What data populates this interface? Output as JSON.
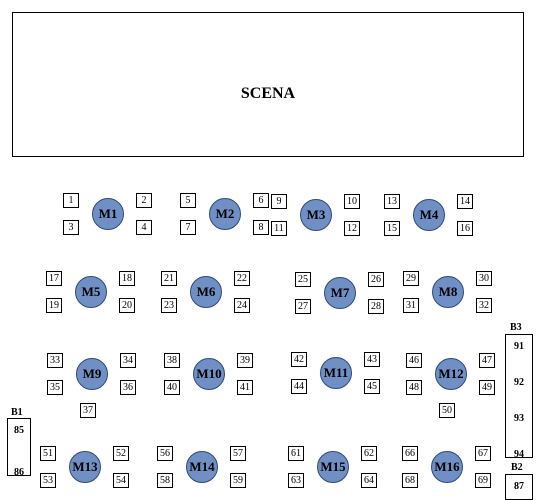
{
  "stage": {
    "label": "SCENA"
  },
  "colors": {
    "table_fill": "#6f8fc5",
    "table_border": "#2e4a78"
  },
  "tables": [
    {
      "id": "M1",
      "seats": [
        {
          "n": "1",
          "side": "left"
        },
        {
          "n": "3",
          "side": "left"
        },
        {
          "n": "2",
          "side": "right"
        },
        {
          "n": "4",
          "side": "right"
        }
      ]
    },
    {
      "id": "M2",
      "seats": [
        {
          "n": "5",
          "side": "left"
        },
        {
          "n": "7",
          "side": "left"
        },
        {
          "n": "6",
          "side": "right"
        },
        {
          "n": "8",
          "side": "right"
        }
      ]
    },
    {
      "id": "M3",
      "seats": [
        {
          "n": "9",
          "side": "left"
        },
        {
          "n": "11",
          "side": "left"
        },
        {
          "n": "10",
          "side": "right"
        },
        {
          "n": "12",
          "side": "right"
        }
      ]
    },
    {
      "id": "M4",
      "seats": [
        {
          "n": "13",
          "side": "left"
        },
        {
          "n": "15",
          "side": "left"
        },
        {
          "n": "14",
          "side": "right"
        },
        {
          "n": "16",
          "side": "right"
        }
      ]
    },
    {
      "id": "M5",
      "seats": [
        {
          "n": "17",
          "side": "left"
        },
        {
          "n": "19",
          "side": "left"
        },
        {
          "n": "18",
          "side": "right"
        },
        {
          "n": "20",
          "side": "right"
        }
      ]
    },
    {
      "id": "M6",
      "seats": [
        {
          "n": "21",
          "side": "left"
        },
        {
          "n": "23",
          "side": "left"
        },
        {
          "n": "22",
          "side": "right"
        },
        {
          "n": "24",
          "side": "right"
        }
      ]
    },
    {
      "id": "M7",
      "seats": [
        {
          "n": "25",
          "side": "left"
        },
        {
          "n": "27",
          "side": "left"
        },
        {
          "n": "26",
          "side": "right"
        },
        {
          "n": "28",
          "side": "right"
        }
      ]
    },
    {
      "id": "M8",
      "seats": [
        {
          "n": "29",
          "side": "left"
        },
        {
          "n": "31",
          "side": "left"
        },
        {
          "n": "30",
          "side": "right"
        },
        {
          "n": "32",
          "side": "right"
        }
      ]
    },
    {
      "id": "M9",
      "seats": [
        {
          "n": "33",
          "side": "left"
        },
        {
          "n": "35",
          "side": "left"
        },
        {
          "n": "34",
          "side": "right"
        },
        {
          "n": "36",
          "side": "right"
        },
        {
          "n": "37",
          "side": "bottom"
        }
      ]
    },
    {
      "id": "M10",
      "seats": [
        {
          "n": "38",
          "side": "left"
        },
        {
          "n": "40",
          "side": "left"
        },
        {
          "n": "39",
          "side": "right"
        },
        {
          "n": "41",
          "side": "right"
        }
      ]
    },
    {
      "id": "M11",
      "seats": [
        {
          "n": "42",
          "side": "left"
        },
        {
          "n": "44",
          "side": "left"
        },
        {
          "n": "43",
          "side": "right"
        },
        {
          "n": "45",
          "side": "right"
        }
      ]
    },
    {
      "id": "M12",
      "seats": [
        {
          "n": "46",
          "side": "left"
        },
        {
          "n": "48",
          "side": "left"
        },
        {
          "n": "47",
          "side": "right"
        },
        {
          "n": "49",
          "side": "right"
        },
        {
          "n": "50",
          "side": "bottom"
        }
      ]
    },
    {
      "id": "M13",
      "seats": [
        {
          "n": "51",
          "side": "left"
        },
        {
          "n": "53",
          "side": "left"
        },
        {
          "n": "52",
          "side": "right"
        },
        {
          "n": "54",
          "side": "right"
        }
      ]
    },
    {
      "id": "M14",
      "seats": [
        {
          "n": "56",
          "side": "left"
        },
        {
          "n": "58",
          "side": "left"
        },
        {
          "n": "57",
          "side": "right"
        },
        {
          "n": "59",
          "side": "right"
        }
      ]
    },
    {
      "id": "M15",
      "seats": [
        {
          "n": "61",
          "side": "left"
        },
        {
          "n": "63",
          "side": "left"
        },
        {
          "n": "62",
          "side": "right"
        },
        {
          "n": "64",
          "side": "right"
        }
      ]
    },
    {
      "id": "M16",
      "seats": [
        {
          "n": "66",
          "side": "left"
        },
        {
          "n": "68",
          "side": "left"
        },
        {
          "n": "67",
          "side": "right"
        },
        {
          "n": "69",
          "side": "right"
        }
      ]
    }
  ],
  "booths": [
    {
      "id": "B1",
      "seats": [
        "85",
        "86"
      ]
    },
    {
      "id": "B3",
      "seats": [
        "91",
        "92",
        "93",
        "94"
      ]
    },
    {
      "id": "B2",
      "seats": [
        "87"
      ]
    }
  ]
}
